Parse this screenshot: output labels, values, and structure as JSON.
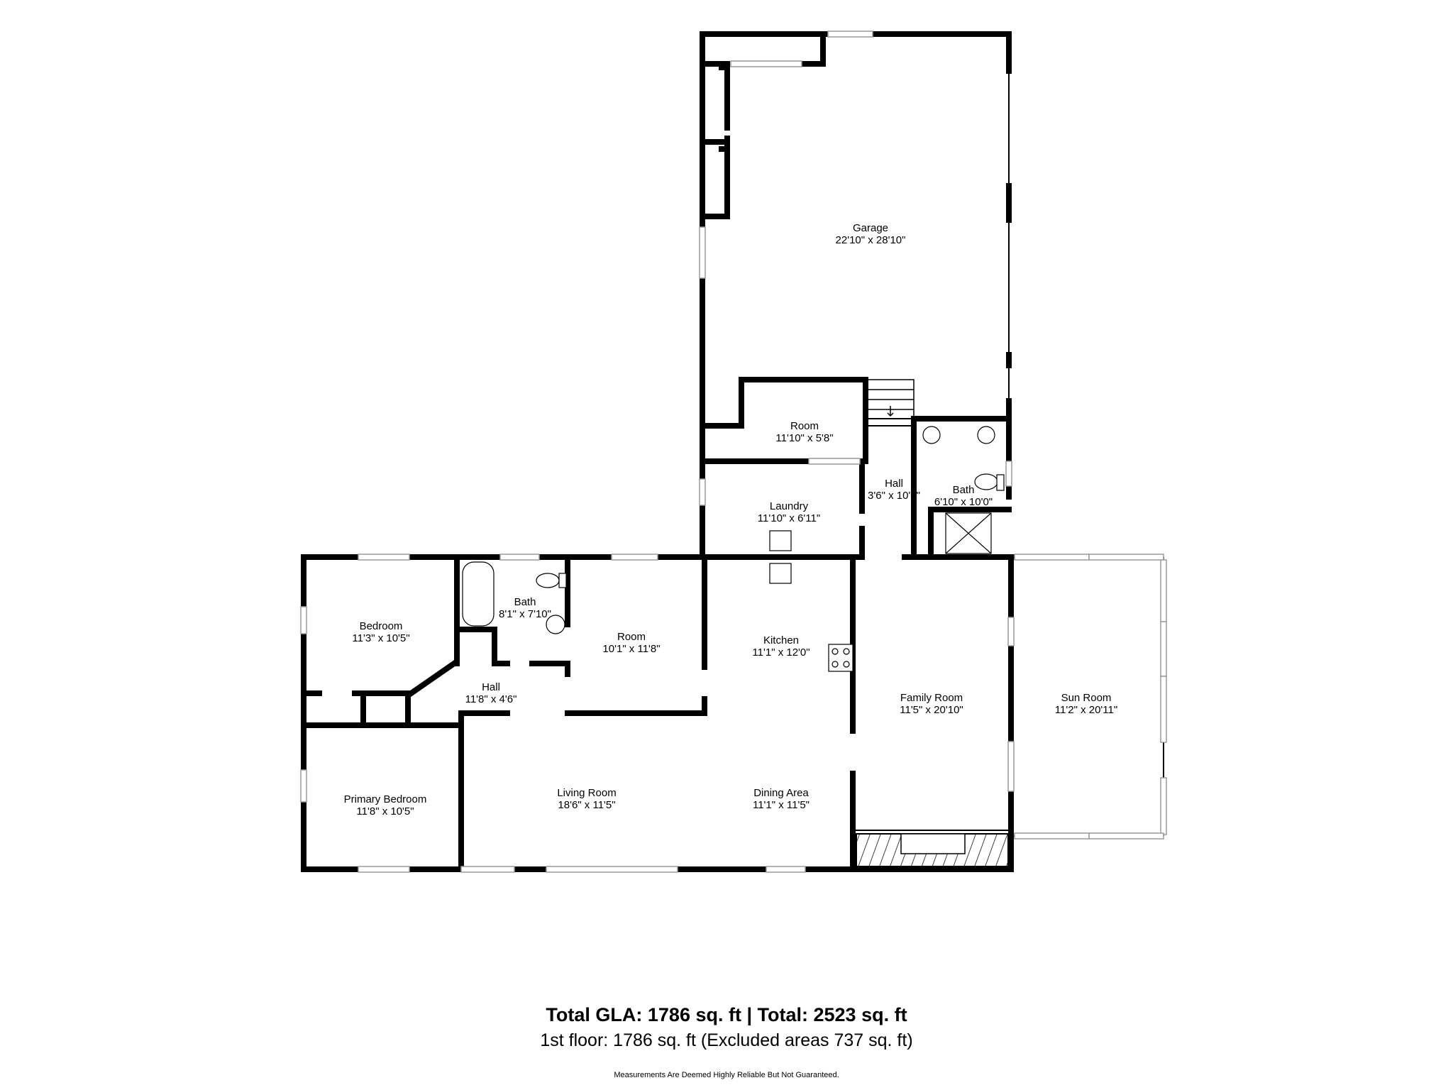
{
  "rooms": {
    "garage": {
      "name": "Garage",
      "dim": "22'10\" x 28'10\""
    },
    "room_upper": {
      "name": "Room",
      "dim": "11'10\" x 5'8\""
    },
    "laundry": {
      "name": "Laundry",
      "dim": "11'10\" x 6'11\""
    },
    "hall_upper": {
      "name": "Hall",
      "dim": "3'6\" x 10'0\""
    },
    "bath_upper": {
      "name": "Bath",
      "dim": "6'10\" x 10'0\""
    },
    "bedroom": {
      "name": "Bedroom",
      "dim": "11'3\" x 10'5\""
    },
    "bath_lower": {
      "name": "Bath",
      "dim": "8'1\" x 7'10\""
    },
    "room_lower": {
      "name": "Room",
      "dim": "10'1\" x 11'8\""
    },
    "kitchen": {
      "name": "Kitchen",
      "dim": "11'1\" x 12'0\""
    },
    "hall_lower": {
      "name": "Hall",
      "dim": "11'8\" x 4'6\""
    },
    "family_room": {
      "name": "Family Room",
      "dim": "11'5\" x 20'10\""
    },
    "sun_room": {
      "name": "Sun Room",
      "dim": "11'2\" x 20'11\""
    },
    "primary_bedroom": {
      "name": "Primary Bedroom",
      "dim": "11'8\" x 10'5\""
    },
    "living_room": {
      "name": "Living Room",
      "dim": "18'6\" x 11'5\""
    },
    "dining_area": {
      "name": "Dining Area",
      "dim": "11'1\" x 11'5\""
    }
  },
  "footer": {
    "totals": "Total GLA: 1786 sq. ft | Total: 2523 sq. ft",
    "floor": "1st floor: 1786 sq. ft (Excluded areas 737 sq. ft)",
    "disclaimer": "Measurements Are Deemed Highly Reliable But Not Guaranteed."
  },
  "colors": {
    "wall": "#000000",
    "window": "#9a9a9a",
    "background": "#ffffff"
  }
}
